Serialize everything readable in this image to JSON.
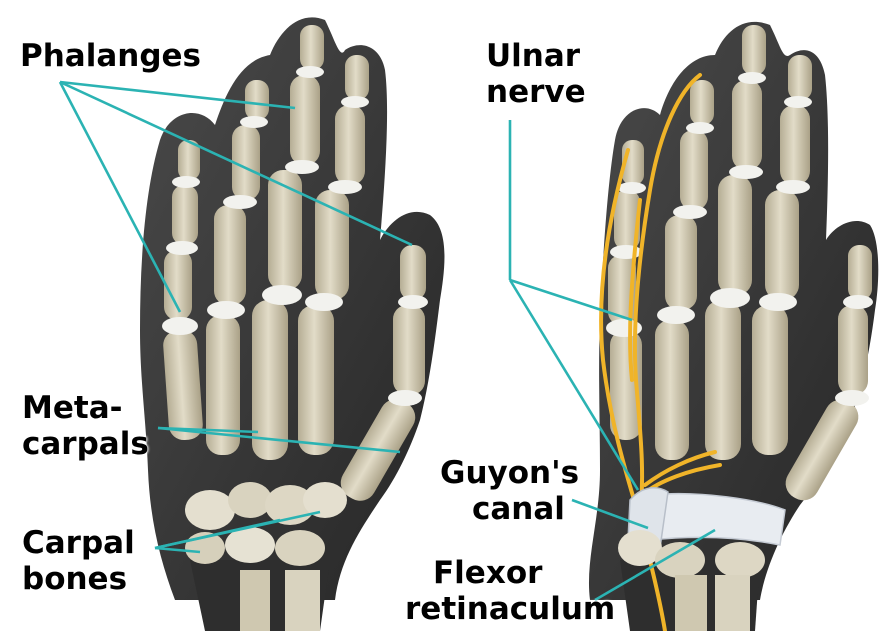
{
  "labels": {
    "phalanges": "Phalanges",
    "metacarpals_line1": "Meta-",
    "metacarpals_line2": "carpals",
    "carpal_bones_line1": "Carpal",
    "carpal_bones_line2": "bones",
    "ulnar_nerve_line1": "Ulnar",
    "ulnar_nerve_line2": "nerve",
    "guyons_canal_line1": "Guyon's",
    "guyons_canal_line2": "canal",
    "flexor_retinaculum_line1": "Flexor",
    "flexor_retinaculum_line2": "retinaculum"
  },
  "colors": {
    "hand_skin": "#3a3a3a",
    "bone": "#d9d3bf",
    "bone_shadow": "#a79f86",
    "joint": "#f1f1ee",
    "leader_line": "#2bb3b3",
    "nerve": "#f0b429",
    "ligament": "#e8ecf1"
  }
}
